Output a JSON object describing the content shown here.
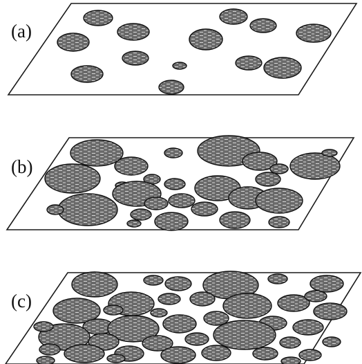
{
  "panels": [
    {
      "id": "a",
      "label": "(a)",
      "stage": "sparse"
    },
    {
      "id": "b",
      "label": "(b)",
      "stage": "intermediate"
    },
    {
      "id": "c",
      "label": "(c)",
      "stage": "dense"
    }
  ],
  "colors": {
    "ink": "#111111",
    "plane_fill": "#ffffff",
    "grain_fill": "#6a6a6a",
    "hatch": "#e6e6e6"
  }
}
